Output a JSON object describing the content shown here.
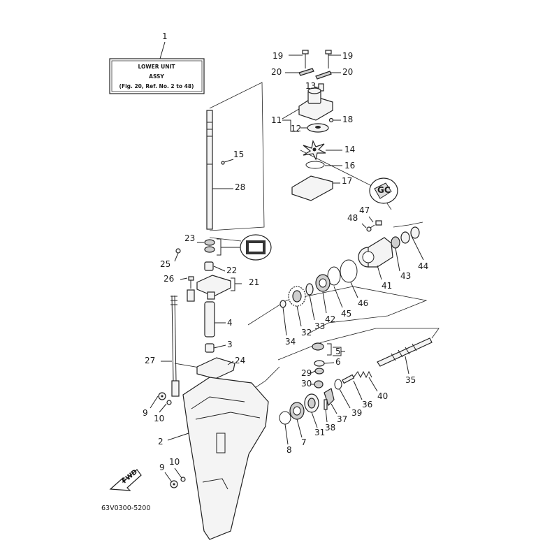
{
  "title_box": {
    "ref": "1",
    "line1": "LOWER UNIT",
    "line2": "ASSY",
    "line3": "(Fig. 20, Ref. No. 2 to 48)"
  },
  "diagram_code": "63V0300-5200",
  "fwd_label": "FWD",
  "gc_label": "GC",
  "callouts": [
    "19",
    "19",
    "20",
    "20",
    "13",
    "11",
    "12",
    "18",
    "14",
    "16",
    "15",
    "28",
    "17",
    "47",
    "48",
    "23",
    "25",
    "22",
    "26",
    "21",
    "44",
    "43",
    "41",
    "45",
    "46",
    "42",
    "33",
    "32",
    "34",
    "4",
    "3",
    "5",
    "6",
    "27",
    "24",
    "29",
    "30",
    "40",
    "35",
    "9",
    "10",
    "36",
    "39",
    "37",
    "38",
    "31",
    "7",
    "8",
    "2",
    "9",
    "10"
  ]
}
